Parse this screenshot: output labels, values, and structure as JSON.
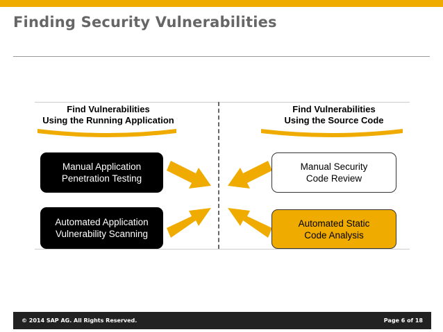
{
  "slide": {
    "title": "Finding Security Vulnerabilities",
    "accent_color": "#f0ab00"
  },
  "diagram": {
    "left_heading": {
      "line1": "Find Vulnerabilities",
      "line2": "Using the Running Application"
    },
    "right_heading": {
      "line1": "Find Vulnerabilities",
      "line2": "Using the Source Code"
    },
    "boxes": [
      {
        "line1": "Manual Application",
        "line2": "Penetration Testing",
        "style": "black"
      },
      {
        "line1": "Automated Application",
        "line2": "Vulnerability Scanning",
        "style": "black"
      },
      {
        "line1": "Manual Security",
        "line2": "Code Review",
        "style": "white"
      },
      {
        "line1": "Automated Static",
        "line2": "Code Analysis",
        "style": "gold"
      }
    ],
    "arrow_color": "#f0ab00"
  },
  "footer": {
    "copyright": "© 2014 SAP AG. All Rights Reserved.",
    "page": "Page 6 of 18"
  }
}
